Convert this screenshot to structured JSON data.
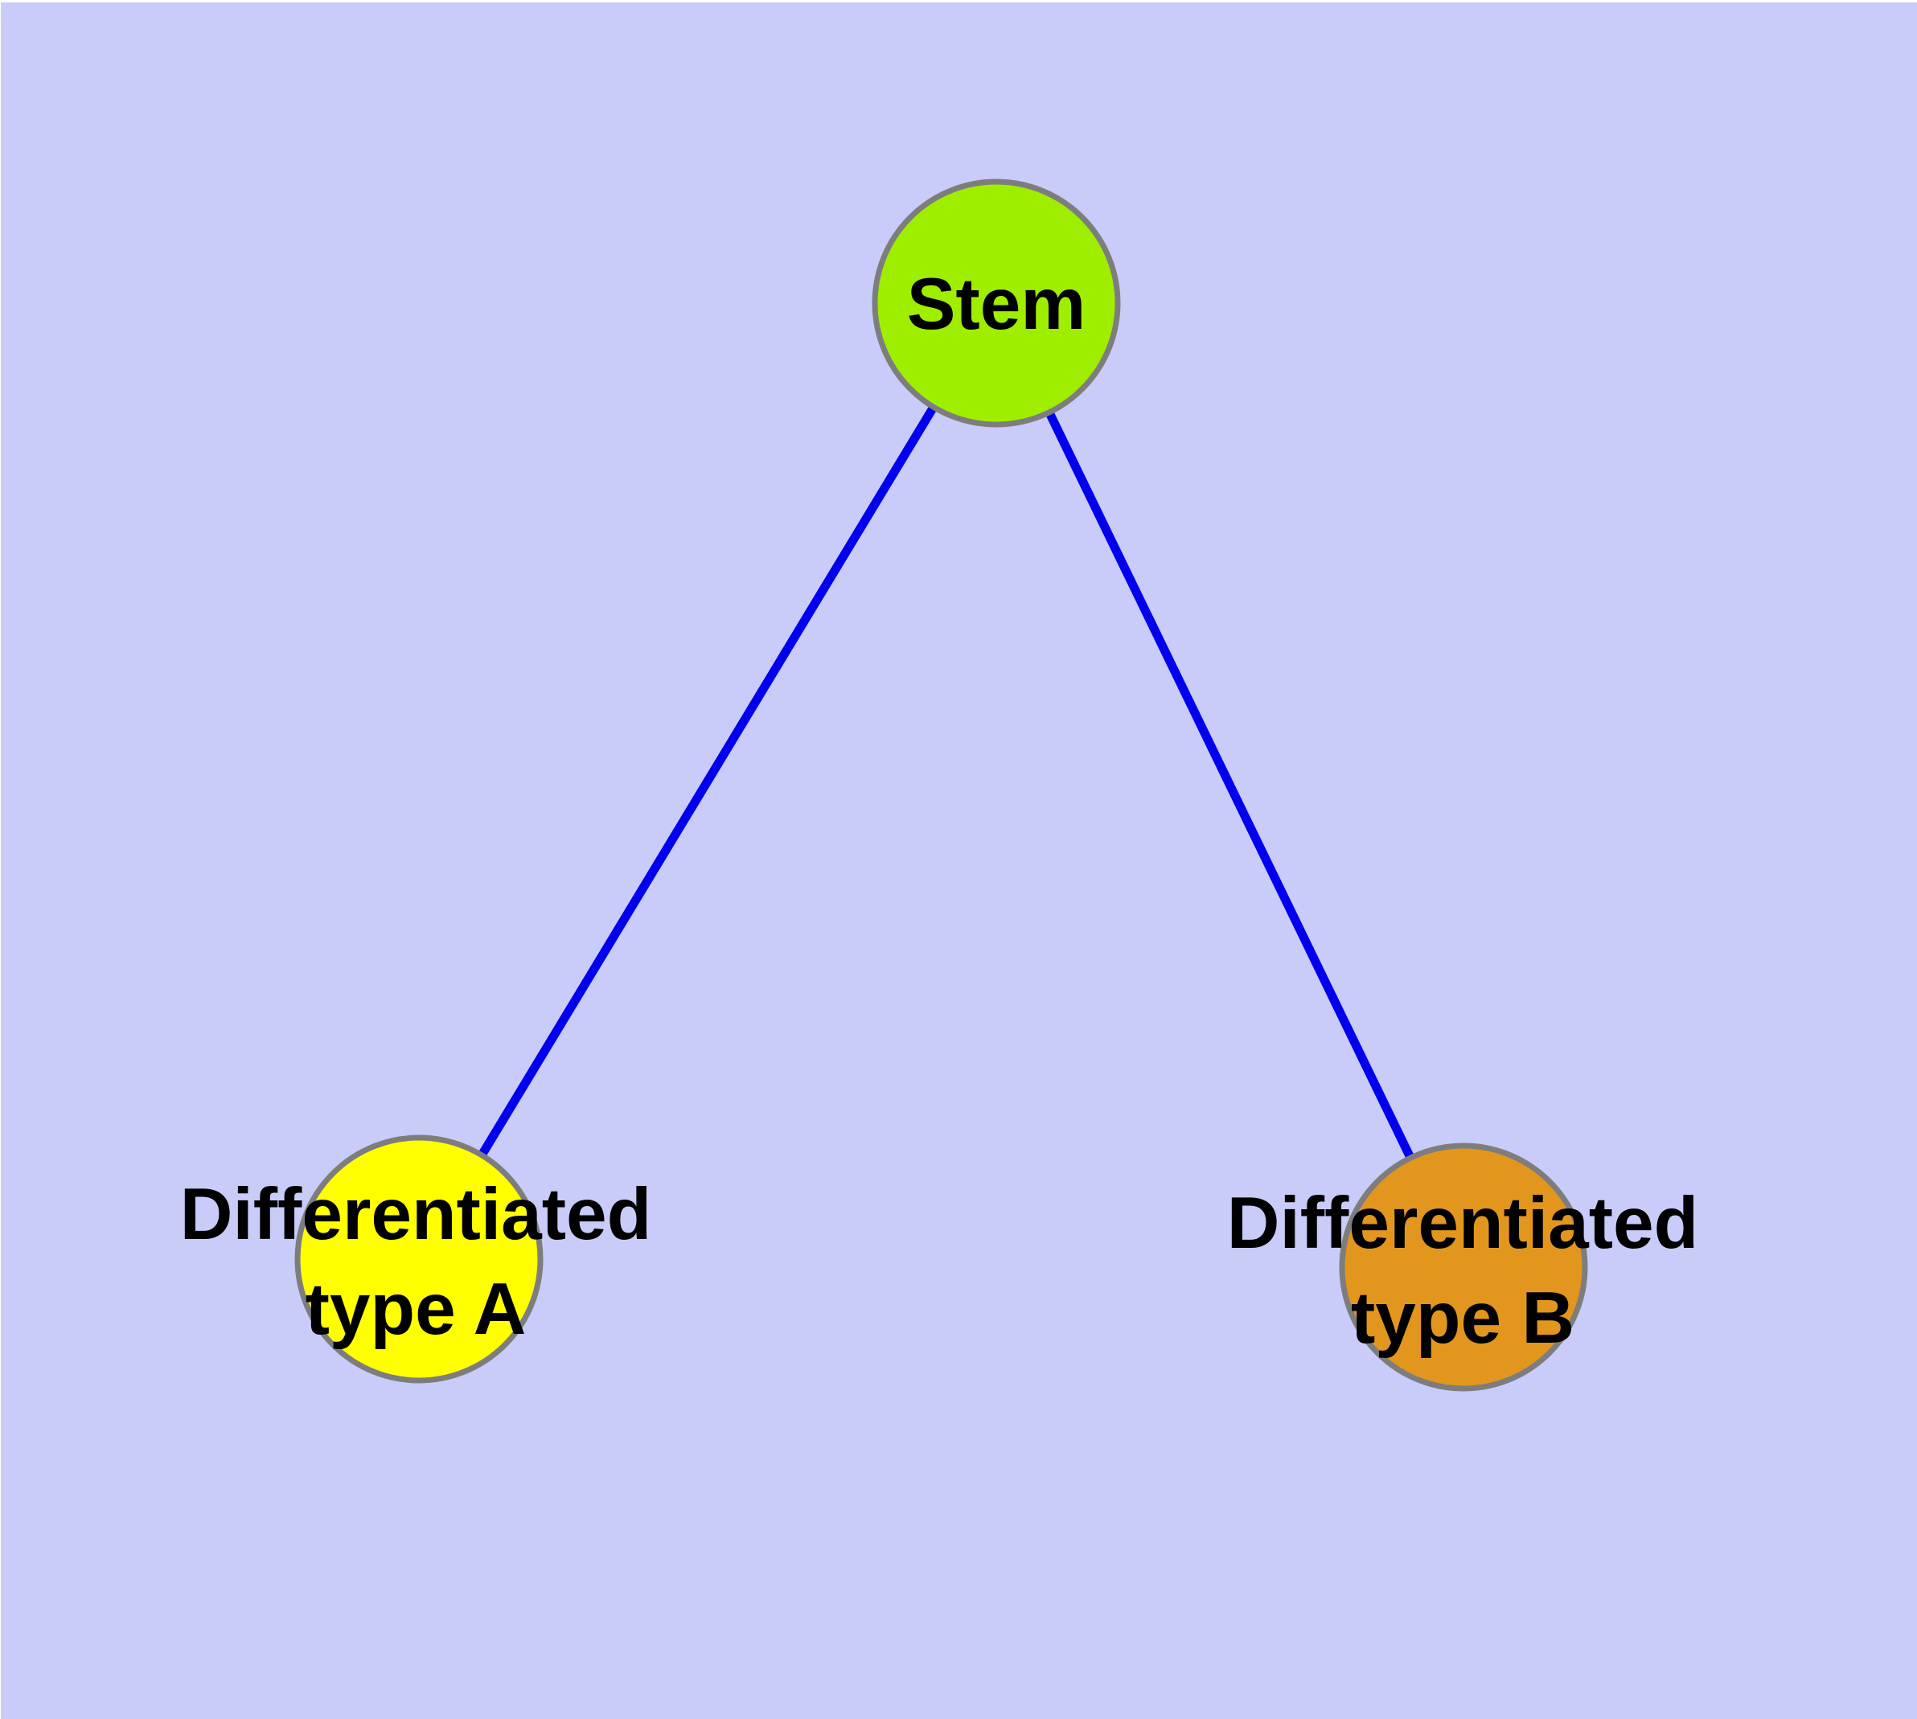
{
  "diagram": {
    "type": "graph",
    "background": "#c9ccf8",
    "edge_color": "#0000ee",
    "node_border_color": "#7d7d7d",
    "text_color": "#000000",
    "nodes": {
      "stem": {
        "label": "Stem",
        "fill": "#9fee00"
      },
      "type_a": {
        "label_line1": "Differentiated",
        "label_line2": "type A",
        "fill": "#ffff00"
      },
      "type_b": {
        "label_line1": "Differentiated",
        "label_line2": "type B",
        "fill": "#e2961e"
      }
    },
    "edges": [
      {
        "from": "Stem",
        "to": "Differentiated type A"
      },
      {
        "from": "Stem",
        "to": "Differentiated type B"
      }
    ]
  }
}
